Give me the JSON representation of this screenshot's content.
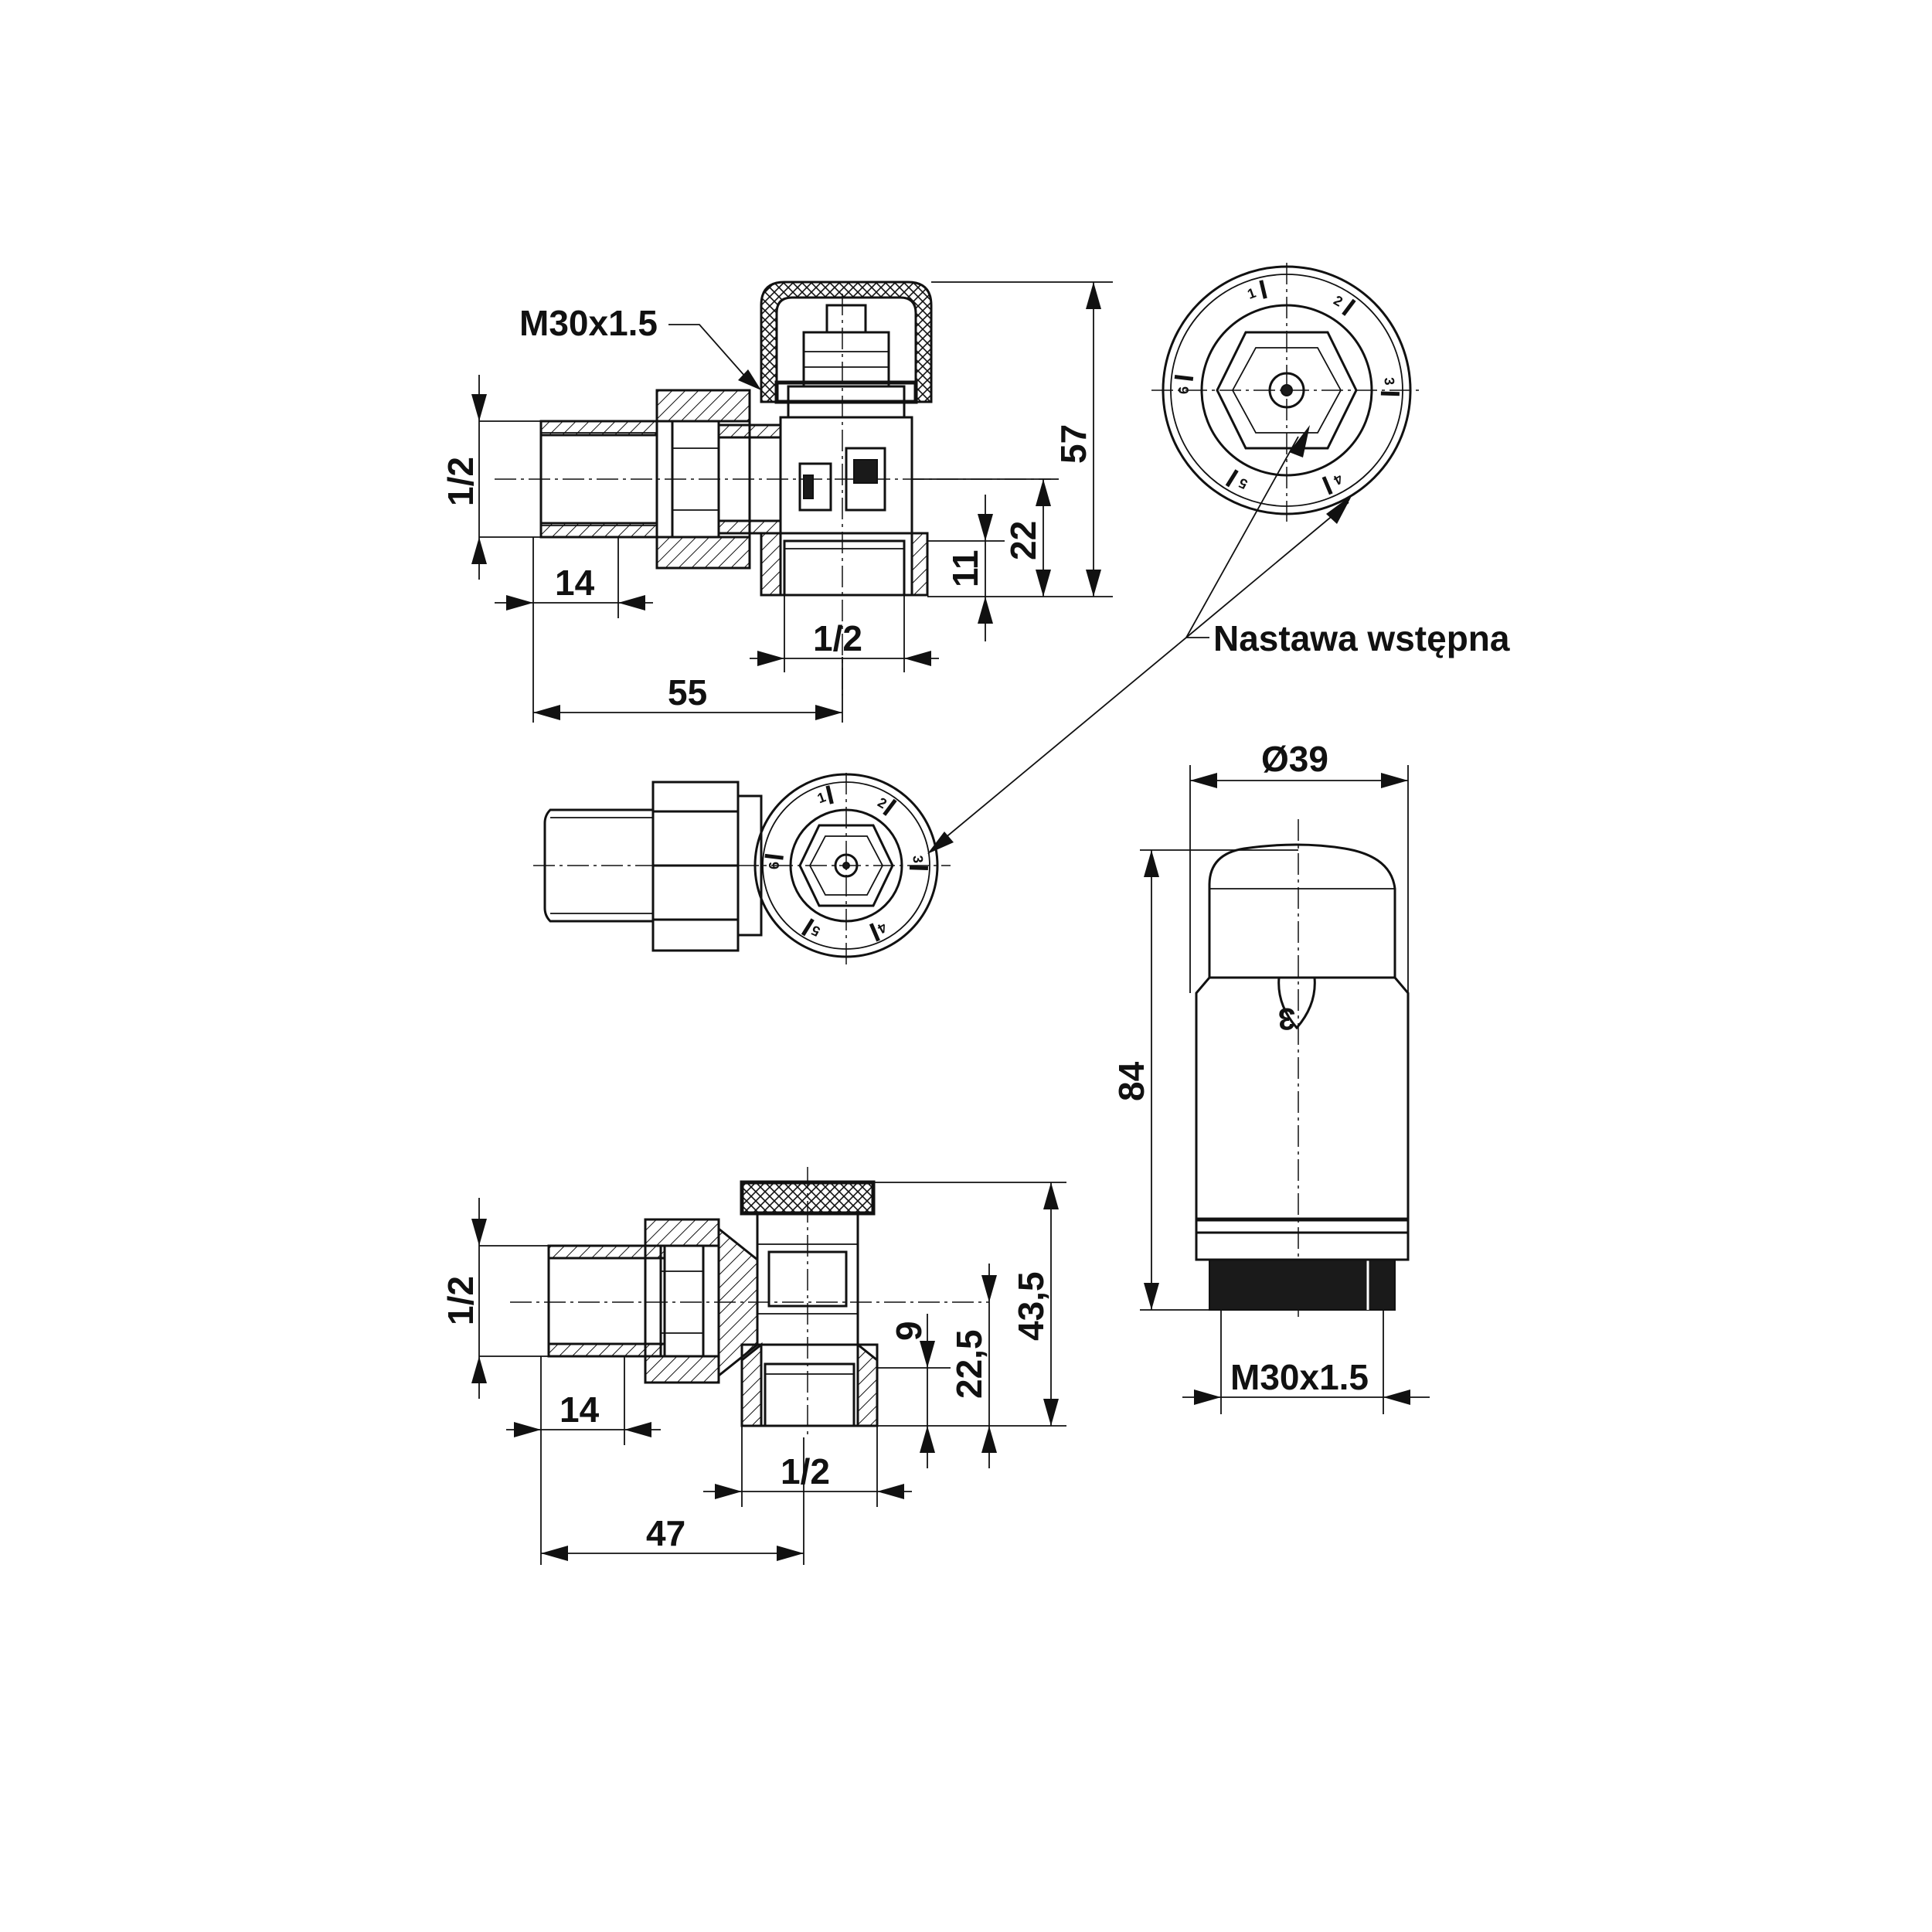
{
  "labels": {
    "thread_top": "M30x1.5",
    "thread_head": "M30x1.5",
    "preset": "Nastawa wstępna",
    "diameter": "Ø39",
    "head_mark": "3"
  },
  "dims_angle": {
    "pipe_left": "1/2",
    "pipe_bottom": "1/2",
    "len_14": "14",
    "len_55": "55",
    "h_57": "57",
    "h_22": "22",
    "h_11": "11"
  },
  "dims_straight": {
    "pipe_left": "1/2",
    "pipe_bottom": "1/2",
    "len_14": "14",
    "len_47": "47",
    "h_43_5": "43,5",
    "h_22_5": "22,5",
    "h_9": "9"
  },
  "dims_head": {
    "h_84": "84"
  },
  "dial_top": [
    "1",
    "2",
    "3",
    "4",
    "5",
    "6"
  ],
  "dial_mid": [
    "1",
    "2",
    "3",
    "4",
    "5",
    "6"
  ]
}
